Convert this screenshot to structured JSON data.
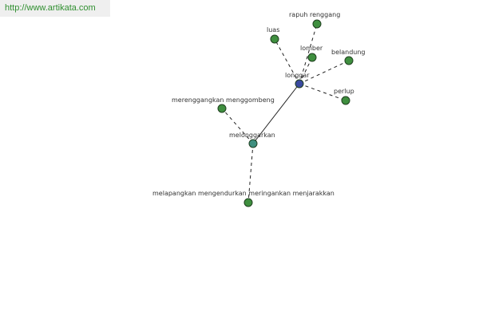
{
  "site": {
    "url": "http://www.artikata.com"
  },
  "graph": {
    "colors": {
      "word_node": "#3f8f3f",
      "root_node": "#3a4aa0",
      "sub_node": "#3f8f7f",
      "node_stroke": "#1f3f1f",
      "edge": "#222222"
    },
    "nodes": [
      {
        "id": "longgar",
        "label": "longgar",
        "kind": "root"
      },
      {
        "id": "melonggarkan",
        "label": "melonggarkan",
        "kind": "sub"
      },
      {
        "id": "rapuh",
        "label": "rapuh renggang",
        "kind": "word"
      },
      {
        "id": "luas",
        "label": "luas",
        "kind": "word"
      },
      {
        "id": "lomber",
        "label": "lomber",
        "kind": "word"
      },
      {
        "id": "belandung",
        "label": "belandung",
        "kind": "word"
      },
      {
        "id": "perlup",
        "label": "perlup",
        "kind": "word"
      },
      {
        "id": "merenggangkan",
        "label": "merenggangkan menggombeng",
        "kind": "word"
      },
      {
        "id": "melapangkan",
        "label": "melapangkan mengendurkan meringankan menjarakkan",
        "kind": "word"
      }
    ],
    "edges": [
      {
        "from": "longgar",
        "to": "rapuh",
        "style": "dashed"
      },
      {
        "from": "longgar",
        "to": "luas",
        "style": "dashed"
      },
      {
        "from": "longgar",
        "to": "lomber",
        "style": "dashed"
      },
      {
        "from": "longgar",
        "to": "belandung",
        "style": "dashed"
      },
      {
        "from": "longgar",
        "to": "perlup",
        "style": "dashed"
      },
      {
        "from": "longgar",
        "to": "melonggarkan",
        "style": "solid"
      },
      {
        "from": "melonggarkan",
        "to": "merenggangkan",
        "style": "dashed"
      },
      {
        "from": "melonggarkan",
        "to": "melapangkan",
        "style": "dashed"
      }
    ]
  }
}
